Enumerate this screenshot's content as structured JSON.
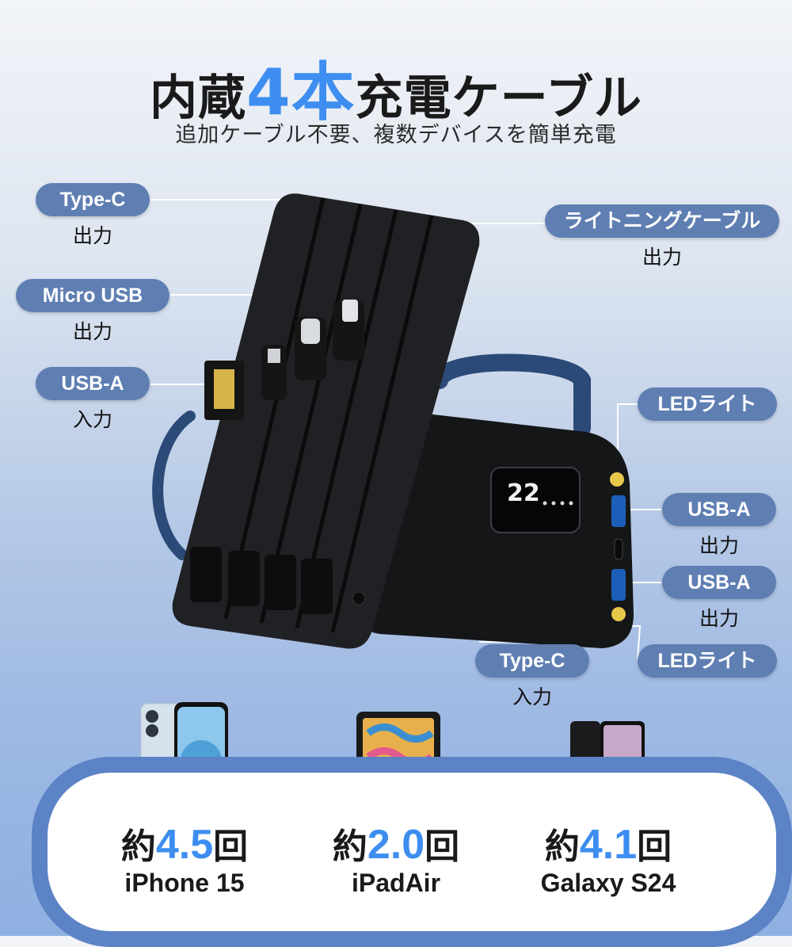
{
  "header": {
    "title_pre": "内蔵",
    "title_accent": "4本",
    "title_post": "充電ケーブル",
    "subtitle": "追加ケーブル不要、複数デバイスを簡単充電"
  },
  "ports": {
    "type_c_out": {
      "name": "Type-C",
      "role": "出力"
    },
    "micro_usb_out": {
      "name": "Micro USB",
      "role": "出力"
    },
    "usb_a_in": {
      "name": "USB-A",
      "role": "入力"
    },
    "lightning_out": {
      "name": "ライトニングケーブル",
      "role": "出力"
    },
    "led_top": {
      "name": "LEDライト"
    },
    "usb_a_out_1": {
      "name": "USB-A",
      "role": "出力"
    },
    "usb_a_out_2": {
      "name": "USB-A",
      "role": "出力"
    },
    "type_c_in": {
      "name": "Type-C",
      "role": "入力"
    },
    "led_bottom": {
      "name": "LEDライト"
    }
  },
  "display": {
    "reading": "22"
  },
  "devices": [
    {
      "prefix": "約",
      "count": "4.5",
      "suffix": "回",
      "name": "iPhone 15"
    },
    {
      "prefix": "約",
      "count": "2.0",
      "suffix": "回",
      "name": "iPadAir"
    },
    {
      "prefix": "約",
      "count": "4.1",
      "suffix": "回",
      "name": "Galaxy S24"
    }
  ],
  "colors": {
    "accent": "#3d8ef0",
    "pill": "#5f7fb3",
    "card_border": "#5b83c6"
  }
}
